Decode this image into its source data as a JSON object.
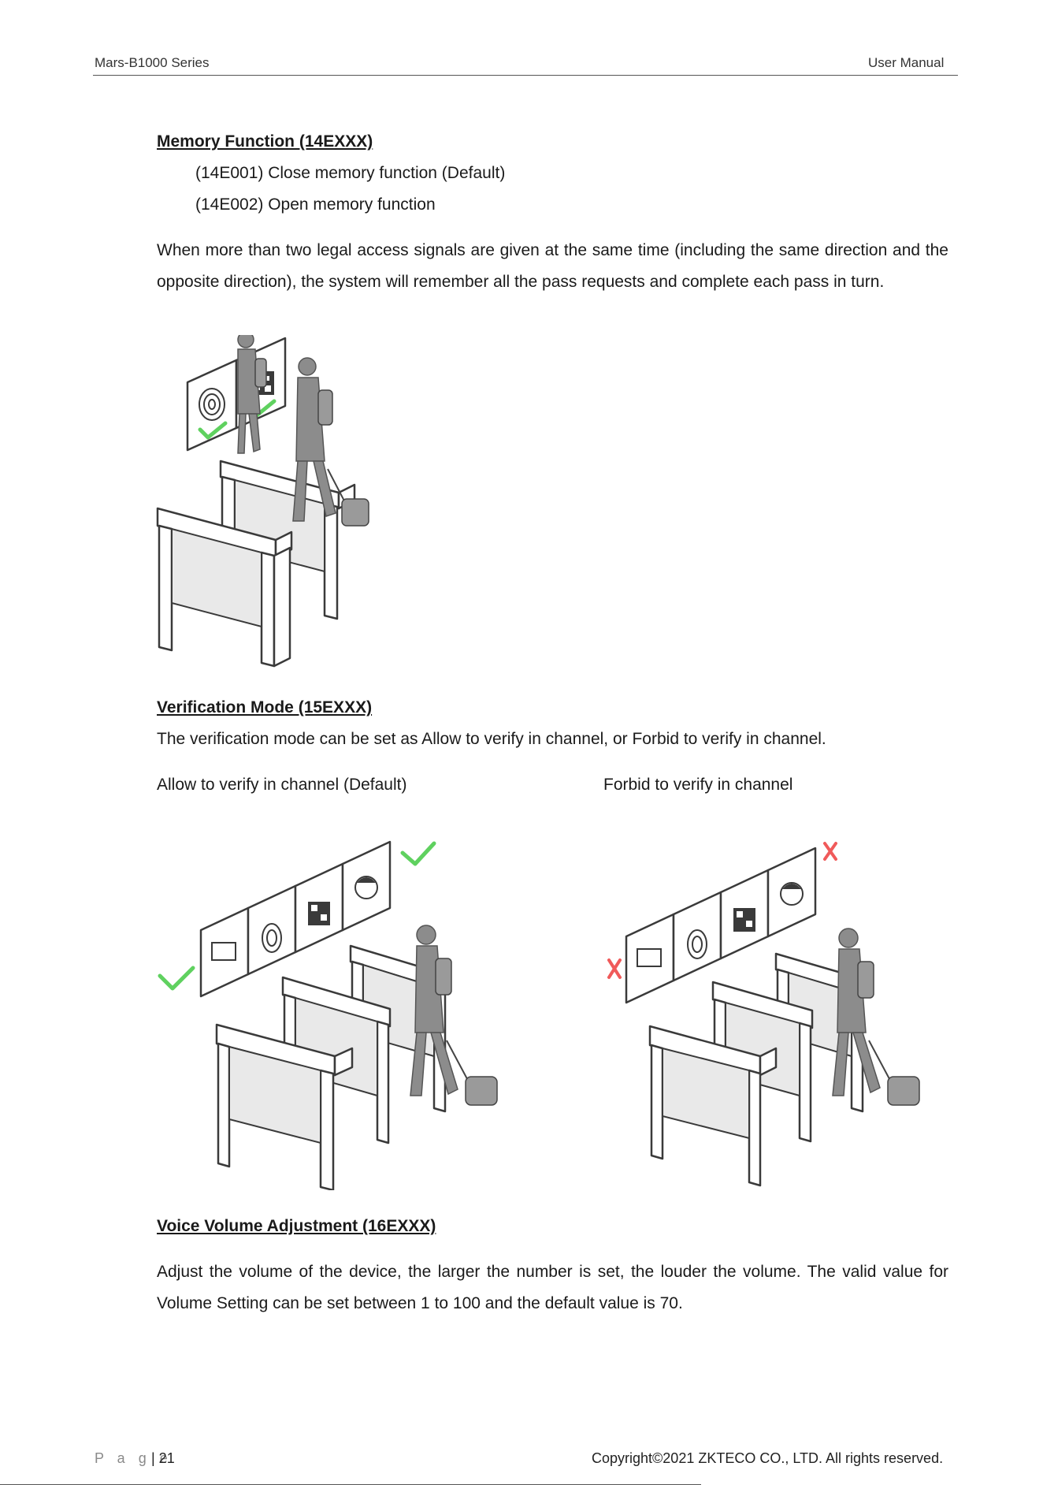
{
  "header": {
    "series": "Mars-B1000 Series",
    "manual": "User Manual"
  },
  "memory": {
    "heading": "Memory Function (14EXXX)",
    "options": [
      "(14E001) Close memory function (Default)",
      "(14E002) Open memory function"
    ],
    "paragraph": "When more than two legal access signals are given at the same time (including the same direction and the opposite direction), the system will remember all the pass requests and complete each pass in turn."
  },
  "verification": {
    "heading": "Verification Mode (15EXXX)",
    "paragraph": "The verification mode can be set as Allow to verify in channel, or Forbid to verify in channel.",
    "allow_label": "Allow to verify in channel (Default)",
    "forbid_label": "Forbid to verify in channel"
  },
  "volume": {
    "heading": "Voice Volume Adjustment (16EXXX)",
    "paragraph": "Adjust the volume of the device, the larger the number is set, the louder the volume. The valid value for Volume Setting can be set between 1 to 100 and the default value is 70."
  },
  "footer": {
    "page_label": "P a g e",
    "page_number": "| 21",
    "copyright": "Copyright©2021 ZKTECO CO., LTD.  All rights reserved."
  },
  "colors": {
    "check": "#5fd15f",
    "cross": "#f05a5a",
    "person": "#8c8c8c"
  }
}
